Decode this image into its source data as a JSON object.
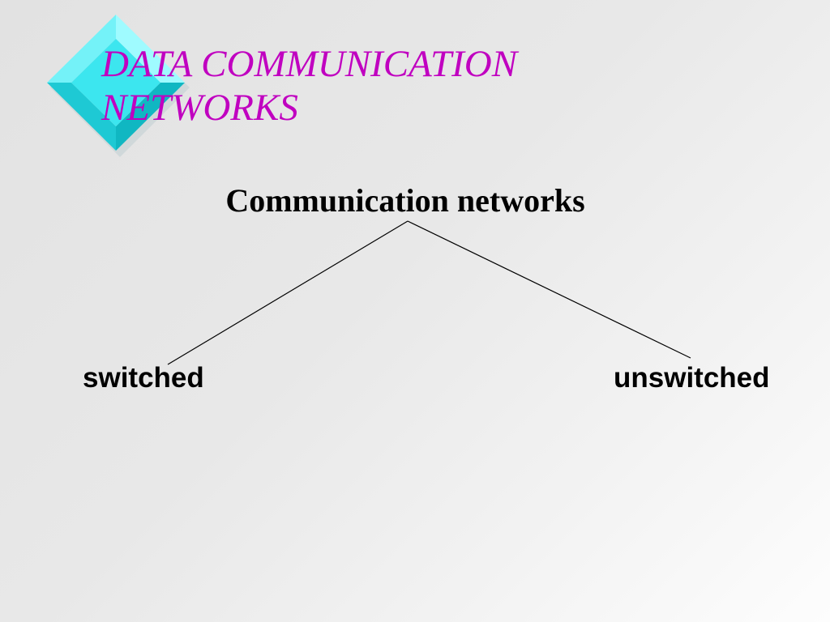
{
  "slide": {
    "title_line1": "DATA COMMUNICATION",
    "title_line2": "NETWORKS"
  },
  "diagram": {
    "root": "Communication networks",
    "children": [
      "switched",
      "unswitched"
    ]
  },
  "colors": {
    "title": "#c000c0",
    "diamond": "#33e6ee",
    "text": "#000000"
  },
  "icons": {
    "bullet": "diamond-icon"
  }
}
